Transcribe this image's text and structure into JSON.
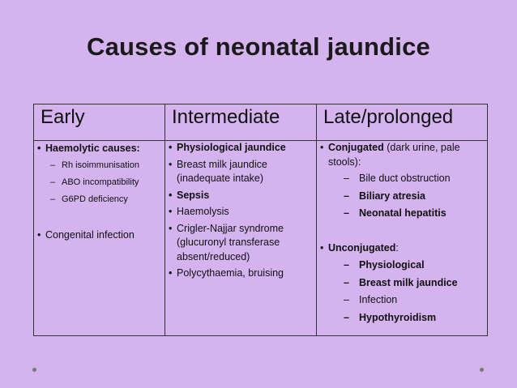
{
  "title": "Causes of neonatal jaundice",
  "headers": [
    "Early",
    "Intermediate",
    "Late/prolonged"
  ],
  "early": {
    "haemolytic_label": "Haemolytic causes:",
    "haemolytic_items": [
      "Rh isoimmunisation",
      "ABO incompatibility",
      "G6PD deficiency"
    ],
    "congenital": "Congenital infection"
  },
  "intermediate": {
    "physiological": "Physiological jaundice",
    "breast_milk": "Breast milk jaundice (inadequate intake)",
    "sepsis": "Sepsis",
    "haemolysis": "Haemolysis",
    "crigler": "Crigler-Najjar syndrome (glucuronyl transferase absent/reduced)",
    "polycythaemia": "Polycythaemia, bruising"
  },
  "late": {
    "conjugated_label": "Conjugated",
    "conjugated_note": " (dark urine, pale stools):",
    "conjugated_items": [
      "Bile duct obstruction",
      "Biliary atresia",
      "Neonatal hepatitis"
    ],
    "unconjugated_label": "Unconjugated",
    "unconjugated_colon": ":",
    "unconjugated_items": [
      "Physiological",
      "Breast milk jaundice",
      "Infection",
      "Hypothyroidism"
    ]
  }
}
